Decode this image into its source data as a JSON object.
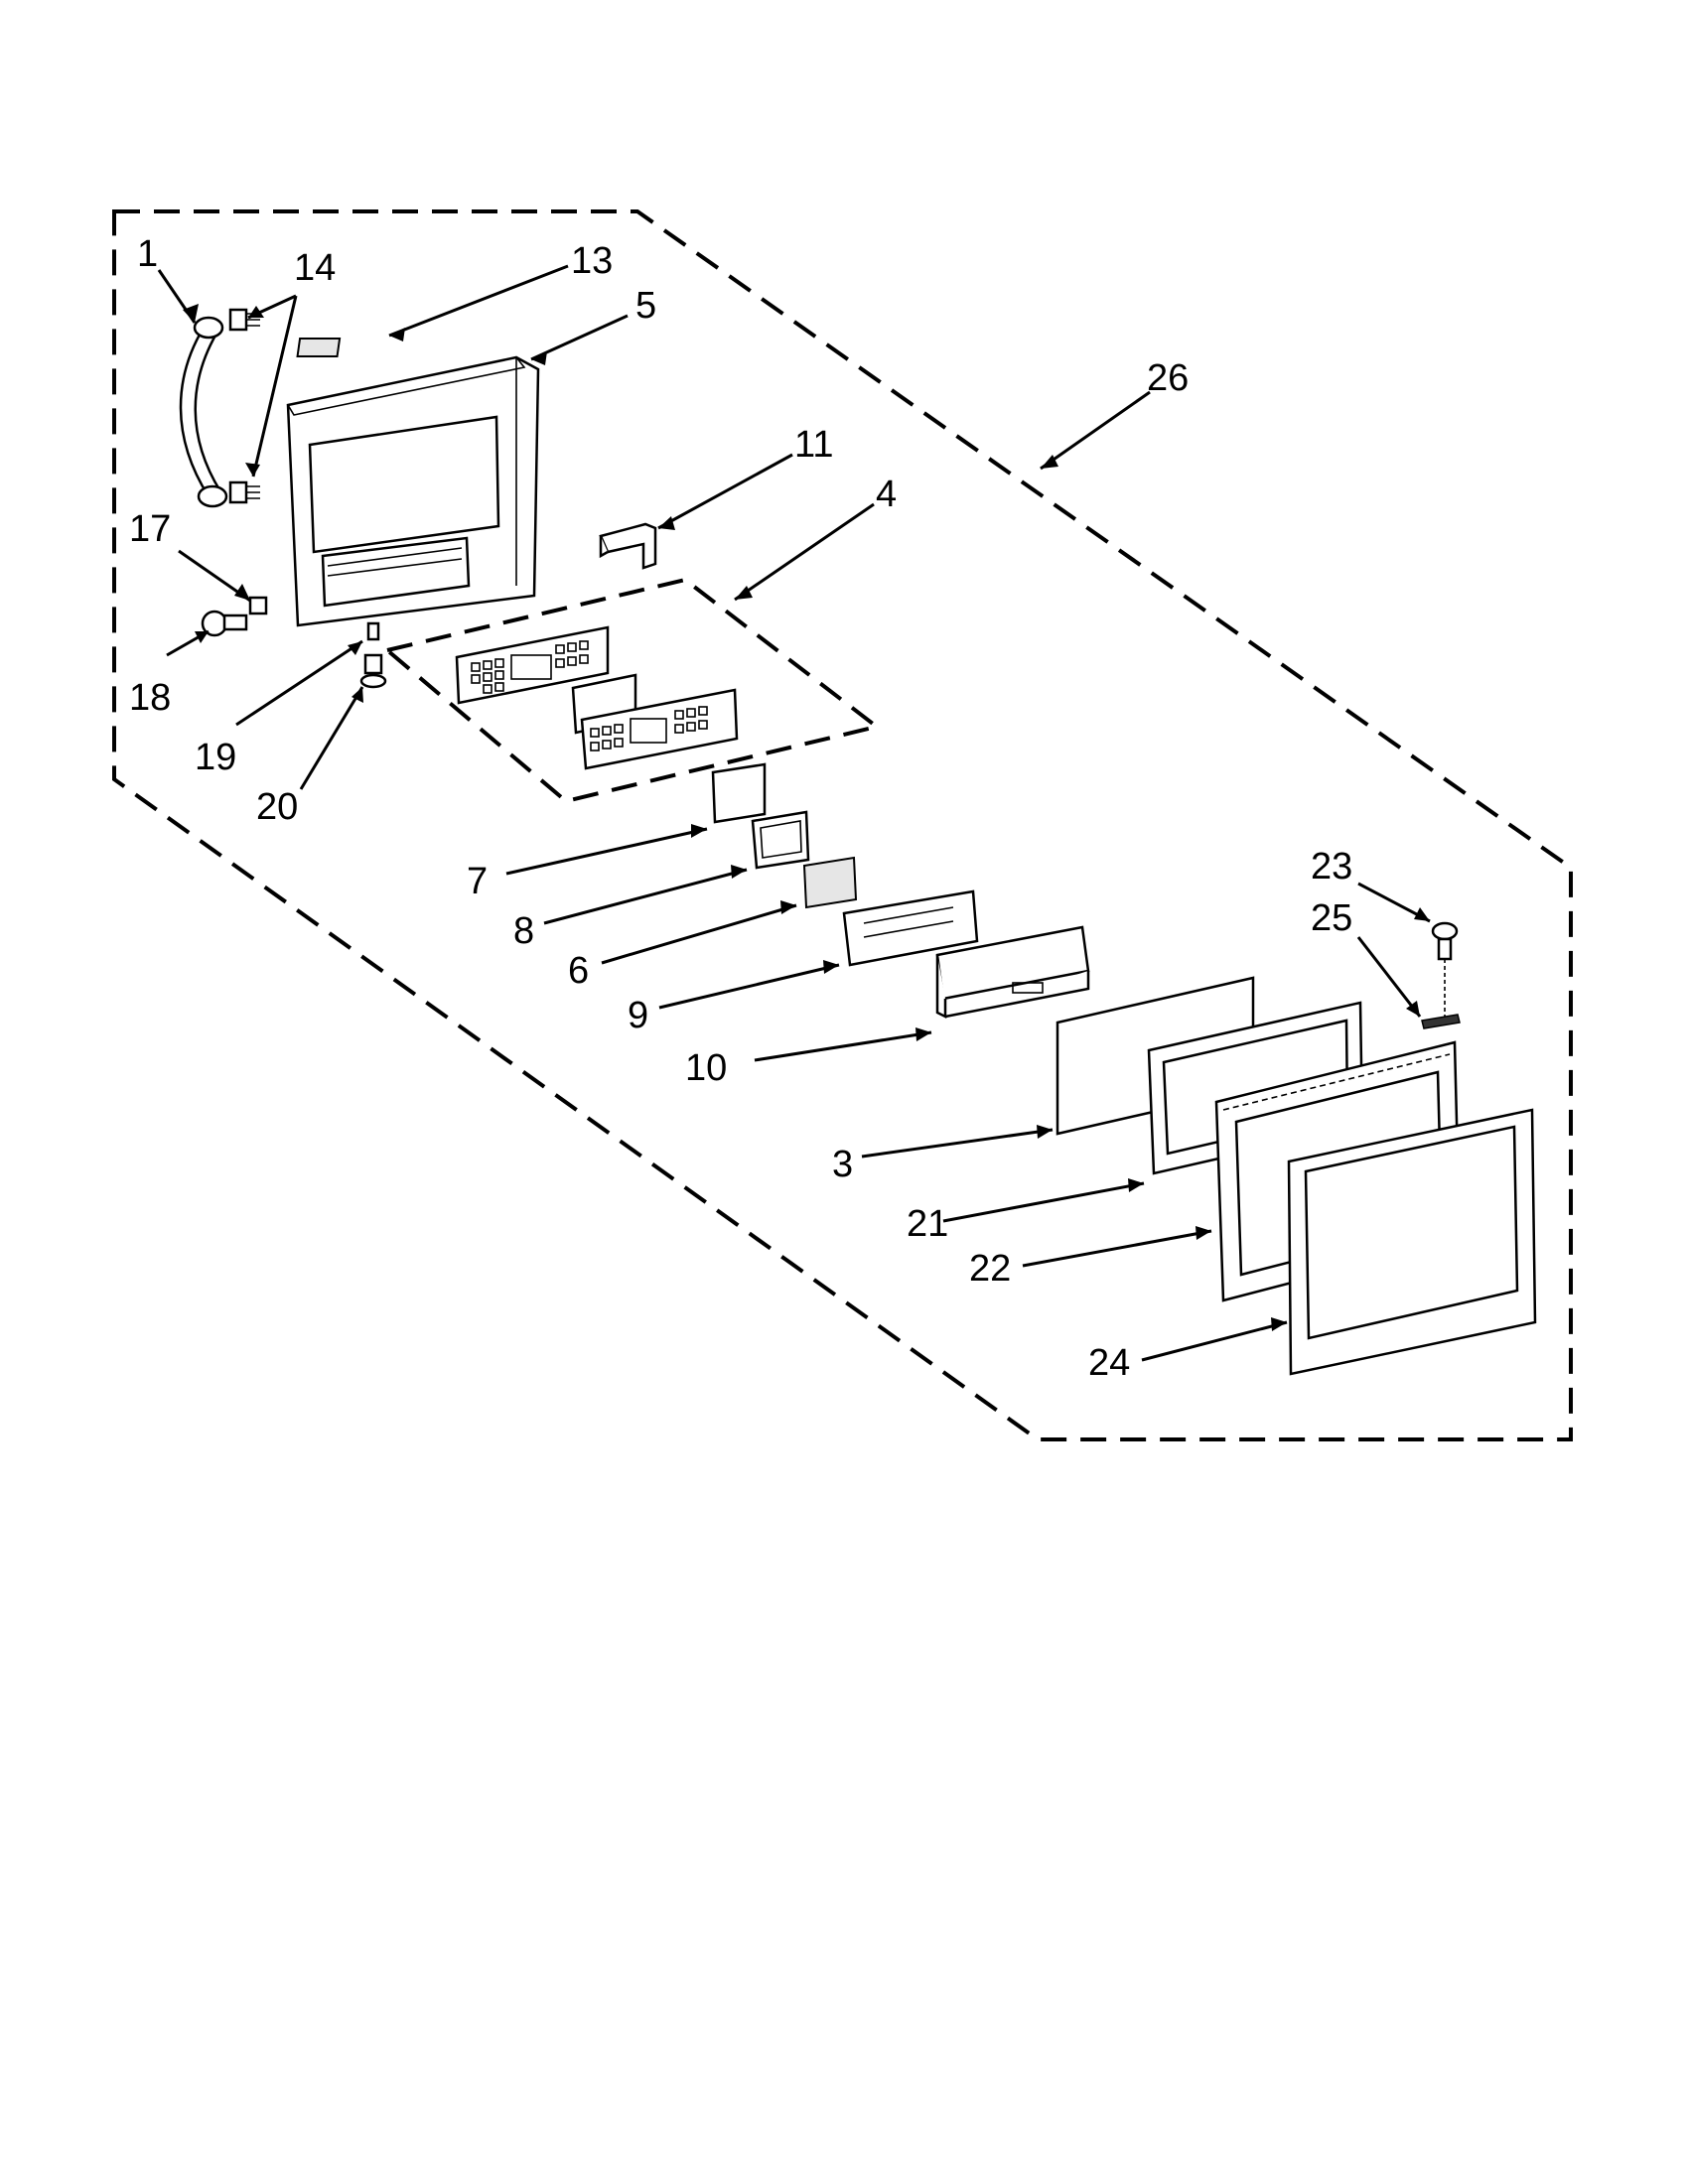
{
  "diagram": {
    "callouts": [
      {
        "id": "1",
        "text": "1"
      },
      {
        "id": "14",
        "text": "14"
      },
      {
        "id": "13",
        "text": "13"
      },
      {
        "id": "5",
        "text": "5"
      },
      {
        "id": "26",
        "text": "26"
      },
      {
        "id": "11",
        "text": "11"
      },
      {
        "id": "4",
        "text": "4"
      },
      {
        "id": "17",
        "text": "17"
      },
      {
        "id": "18",
        "text": "18"
      },
      {
        "id": "19",
        "text": "19"
      },
      {
        "id": "20",
        "text": "20"
      },
      {
        "id": "7",
        "text": "7"
      },
      {
        "id": "8",
        "text": "8"
      },
      {
        "id": "6",
        "text": "6"
      },
      {
        "id": "9",
        "text": "9"
      },
      {
        "id": "10",
        "text": "10"
      },
      {
        "id": "3",
        "text": "3"
      },
      {
        "id": "21",
        "text": "21"
      },
      {
        "id": "22",
        "text": "22"
      },
      {
        "id": "24",
        "text": "24"
      },
      {
        "id": "23",
        "text": "23"
      },
      {
        "id": "25",
        "text": "25"
      }
    ]
  }
}
